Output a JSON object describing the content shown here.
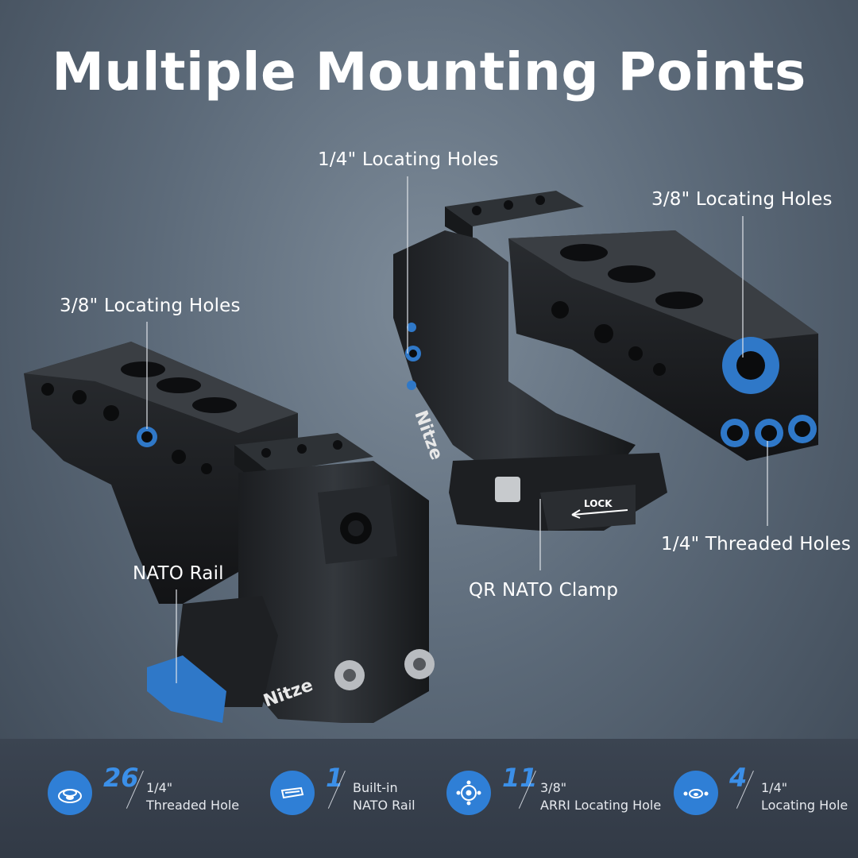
{
  "title": "Multiple Mounting Points",
  "callouts": {
    "left_top": "3/8\" Locating Holes",
    "left_bottom": "NATO Rail",
    "center_top": "1/4\" Locating Holes",
    "right_top": "3/8\" Locating Holes",
    "center_bottom": "QR NATO Clamp",
    "right_bottom": "1/4\" Threaded Holes"
  },
  "product_markings": {
    "brand": "Nitze",
    "lock_label": "LOCK"
  },
  "stats": [
    {
      "number": "26",
      "line1": "1/4\"",
      "line2": "Threaded Hole",
      "icon": "threaded-hole-icon"
    },
    {
      "number": "1",
      "line1": "Built-in",
      "line2": "NATO Rail",
      "icon": "nato-rail-icon"
    },
    {
      "number": "11",
      "line1": "3/8\"",
      "line2": "ARRI Locating Hole",
      "icon": "arri-locating-hole-icon"
    },
    {
      "number": "4",
      "line1": "1/4\"",
      "line2": "Locating Hole",
      "icon": "locating-hole-icon"
    }
  ],
  "colors": {
    "accent": "#2f7fd6",
    "accent_text": "#3b8fe8",
    "background": "#5d6b7a",
    "stats_bar": "#343c48"
  }
}
